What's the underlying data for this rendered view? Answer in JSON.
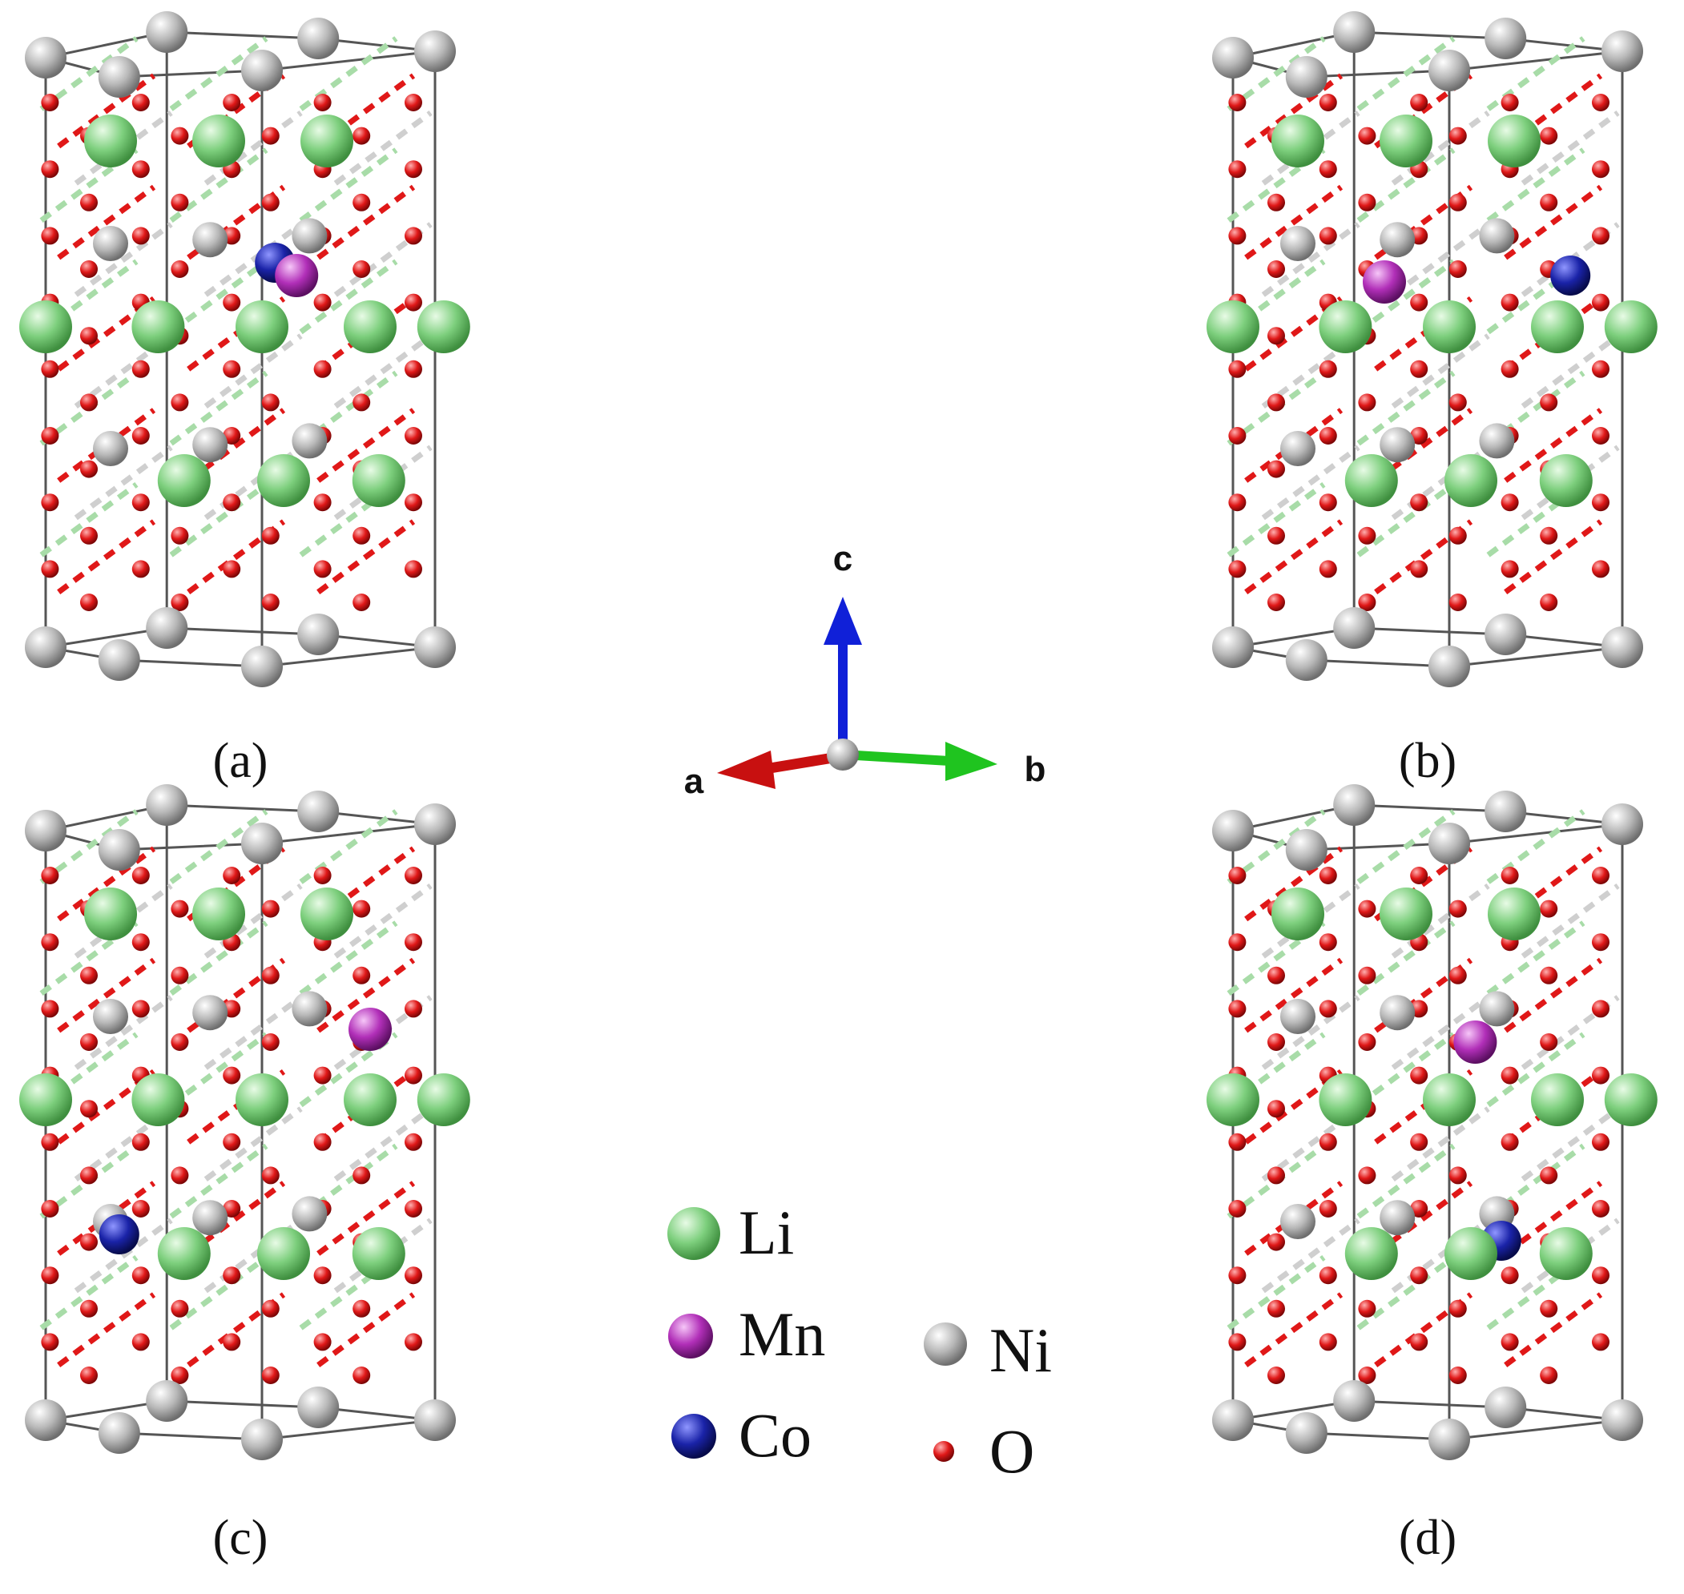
{
  "panels": [
    {
      "label": "(a)",
      "mn": [
        0.63,
        0.38
      ],
      "co": [
        0.58,
        0.36
      ]
    },
    {
      "label": "(b)",
      "mn": [
        0.4,
        0.39
      ],
      "co": [
        0.83,
        0.38
      ]
    },
    {
      "label": "(c)",
      "mn": [
        0.8,
        0.35
      ],
      "co": [
        0.22,
        0.67
      ]
    },
    {
      "label": "(d)",
      "mn": [
        0.61,
        0.37
      ],
      "co": [
        0.67,
        0.68
      ]
    }
  ],
  "axes": {
    "a": "a",
    "b": "b",
    "c": "c"
  },
  "legend": [
    {
      "symbol": "Li",
      "color": "#7dcf7d"
    },
    {
      "symbol": "Mn",
      "color": "#b12fb8"
    },
    {
      "symbol": "Co",
      "color": "#1a23a8"
    },
    {
      "symbol": "Ni",
      "color": "#b8b8b8"
    },
    {
      "symbol": "O",
      "color": "#e01818"
    }
  ],
  "colors": {
    "frame": "#555555",
    "bond_o": "#e01818",
    "bond_li": "#a8dca8",
    "bond_ni": "#cfcfcf"
  }
}
